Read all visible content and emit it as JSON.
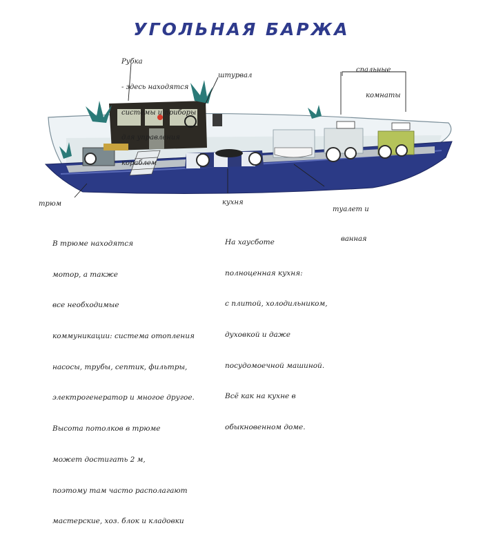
{
  "title": "УГОЛЬНАЯ БАРЖА",
  "labels": {
    "wheelhouse": [
      "Рубка",
      "- здесь находятся",
      "системы и приборы",
      "для управления",
      "кораблем"
    ],
    "helm": "штурвал",
    "bedrooms": [
      "спальные",
      "комнаты"
    ],
    "hold": "трюм",
    "kitchen": "кухня",
    "bathroom": [
      "туалет и",
      "ванная"
    ]
  },
  "notes": {
    "hold": [
      "В трюме находятся",
      "мотор, а также",
      "все необходимые",
      "коммуникации: система отопления",
      "насосы, трубы, септик, фильтры,",
      "электрогенератор и многое другое.",
      "Высота потолков в трюме",
      "может достигать 2 м,",
      "поэтому там часто располагают",
      "мастерские, хоз. блок и кладовки"
    ],
    "kitchen": [
      "На хаусботе",
      "полноценная кухня:",
      "с плитой, холодильником,",
      "духовкой и даже",
      "посудомоечной машиной.",
      "Всё как на кухне в",
      "обыкновенном доме."
    ]
  },
  "colors": {
    "title": "#2e3a8c",
    "hull": "#2b3a86",
    "deck_floor": "#bcc2c7",
    "glass": "#eef3f6",
    "wheelhouse": "#2d2a24",
    "plant": "#2b7a78",
    "bed": "#b5c35a"
  }
}
